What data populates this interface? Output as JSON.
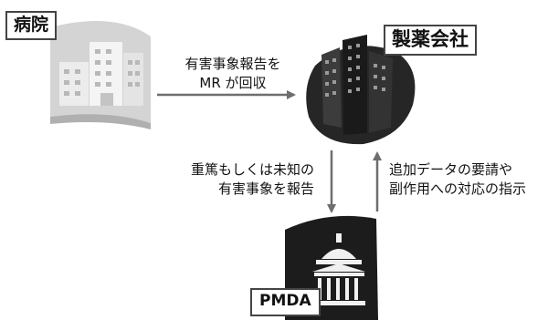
{
  "nodes": {
    "hospital": {
      "label": "病院"
    },
    "company": {
      "label": "製薬会社"
    },
    "pmda": {
      "label": "PMDA"
    }
  },
  "arrows": {
    "hospital_to_company": {
      "line1": "有害事象報告を",
      "line2": "MR が回収"
    },
    "company_to_pmda": {
      "line1": "重篤もしくは未知の",
      "line2": "有害事象を報告"
    },
    "pmda_to_company": {
      "line1": "追加データの要請や",
      "line2": "副作用への対応の指示"
    }
  },
  "icons": {
    "hospital": "hospital-building-icon",
    "company": "company-buildings-icon",
    "pmda": "government-building-icon"
  },
  "colors": {
    "hospital_fill": "#c8c8c8",
    "company_fill": "#262626",
    "pmda_fill": "#1c1c1c",
    "arrow": "#6e6e6e"
  }
}
